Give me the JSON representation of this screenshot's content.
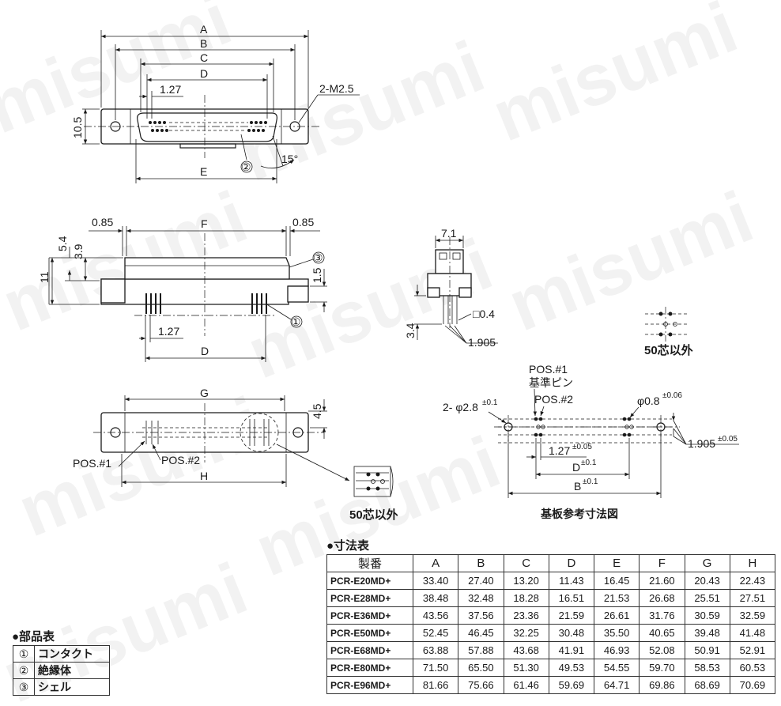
{
  "watermark": "misumi",
  "labels": {
    "A": "A",
    "B": "B",
    "C": "C",
    "D": "D",
    "E": "E",
    "F": "F",
    "G": "G",
    "H": "H",
    "p127": "1.27",
    "m25": "2-M2.5",
    "h105": "10.5",
    "deg15": "15°",
    "c1": "①",
    "c2": "②",
    "c3": "③",
    "d085": "0.85",
    "d54": "5.4",
    "d39": "3.9",
    "d11": "11",
    "d15": "1.5",
    "pos1": "POS.#1",
    "pos2": "POS.#2",
    "d45": "4.5",
    "not50": "50芯以外",
    "d71": "7.1",
    "d34": "3.4",
    "sq04": "□0.4",
    "d1905": "1.905",
    "kijun": "基準ピン",
    "hole28": "2- φ2.8",
    "hole28tol": "±0.1",
    "hole08": "φ0.8",
    "hole08tol": "±0.06",
    "tol005": "±0.05",
    "tol01": "±0.1",
    "pcb_title": "基板参考寸法図"
  },
  "dim_table": {
    "title": "●寸法表",
    "headers": [
      "製番",
      "A",
      "B",
      "C",
      "D",
      "E",
      "F",
      "G",
      "H"
    ],
    "rows": [
      [
        "PCR-E20MD+",
        "33.40",
        "27.40",
        "13.20",
        "11.43",
        "16.45",
        "21.60",
        "20.43",
        "22.43"
      ],
      [
        "PCR-E28MD+",
        "38.48",
        "32.48",
        "18.28",
        "16.51",
        "21.53",
        "26.68",
        "25.51",
        "27.51"
      ],
      [
        "PCR-E36MD+",
        "43.56",
        "37.56",
        "23.36",
        "21.59",
        "26.61",
        "31.76",
        "30.59",
        "32.59"
      ],
      [
        "PCR-E50MD+",
        "52.45",
        "46.45",
        "32.25",
        "30.48",
        "35.50",
        "40.65",
        "39.48",
        "41.48"
      ],
      [
        "PCR-E68MD+",
        "63.88",
        "57.88",
        "43.68",
        "41.91",
        "46.93",
        "52.08",
        "50.91",
        "52.91"
      ],
      [
        "PCR-E80MD+",
        "71.50",
        "65.50",
        "51.30",
        "49.53",
        "54.55",
        "59.70",
        "58.53",
        "60.53"
      ],
      [
        "PCR-E96MD+",
        "81.66",
        "75.66",
        "61.46",
        "59.69",
        "64.71",
        "69.86",
        "68.69",
        "70.69"
      ]
    ]
  },
  "parts_table": {
    "title": "●部品表",
    "rows": [
      {
        "num": "①",
        "name": "コンタクト"
      },
      {
        "num": "②",
        "name": "絶縁体"
      },
      {
        "num": "③",
        "name": "シェル"
      }
    ]
  }
}
